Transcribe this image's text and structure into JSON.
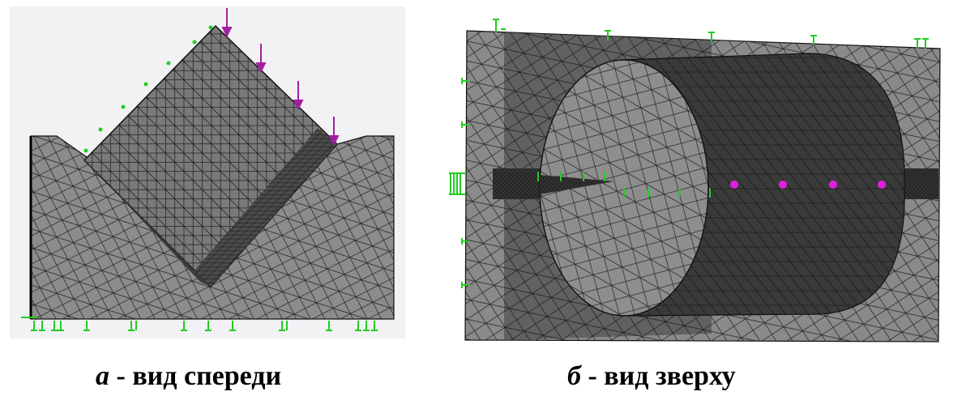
{
  "captions": {
    "front": {
      "letter": "а",
      "text": " - вид спереди"
    },
    "top": {
      "letter": "б",
      "text": " - вид зверху"
    }
  },
  "colors": {
    "background": "#ffffff",
    "mesh_fill": "#8a8a8a",
    "mesh_dark": "#2e2e2e",
    "mesh_line": "#1a1a1a",
    "load_arrow": "#a020a0",
    "fixture": "#22cc22",
    "load_point": "#e020e0"
  },
  "icons": {
    "front_view_load": "purple-down-arrow",
    "fixtures": "green-fixture-marker",
    "top_view_load": "magenta-dot"
  }
}
